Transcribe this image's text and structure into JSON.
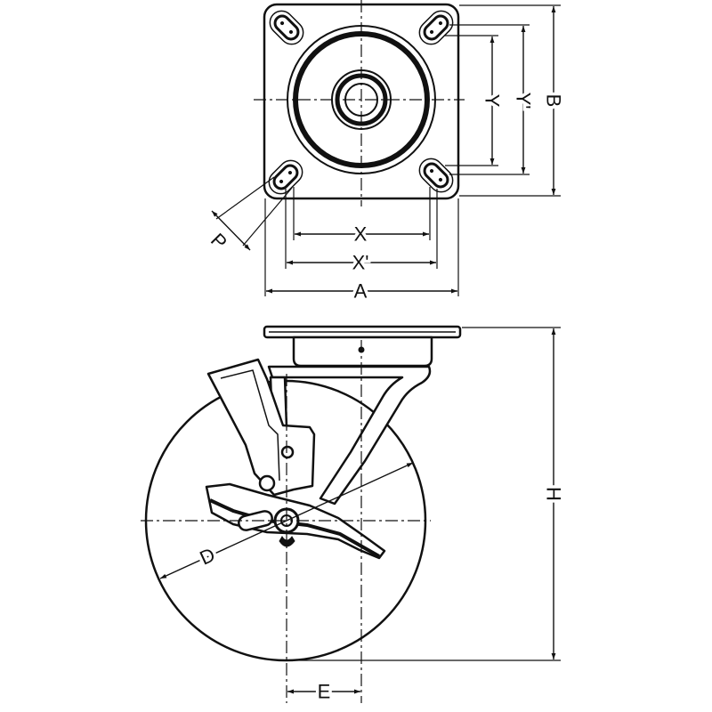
{
  "labels": {
    "x": "X",
    "x_prime": "X'",
    "a": "A",
    "y": "Y",
    "y_prime": "Y'",
    "b": "B",
    "p": "P",
    "h": "H",
    "d": "D",
    "e": "E"
  },
  "colors": {
    "line": "#111111",
    "background": "#ffffff"
  }
}
